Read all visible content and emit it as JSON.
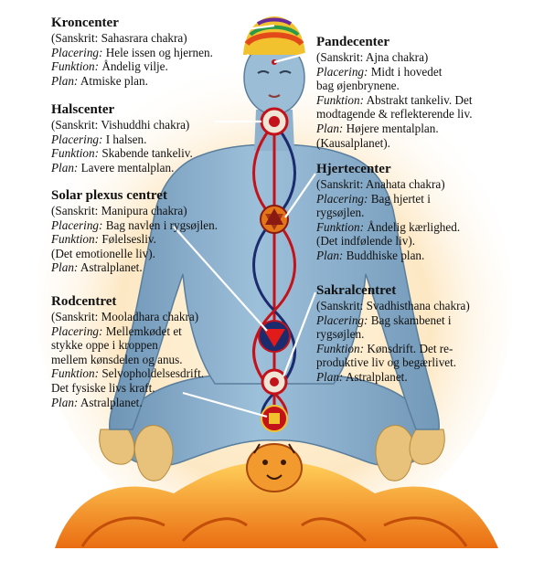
{
  "colors": {
    "background": "#ffffff",
    "body_skin": "#8fb3cf",
    "body_shadow": "#6d93b2",
    "fire": "#f08a1c",
    "fire_light": "#ffc24a",
    "channel_red": "#c4121b",
    "channel_blue": "#1a2b6e",
    "crown_gold": "#f2c12e",
    "leader_line": "#ffffff"
  },
  "icons": [
    "chakra-lotus-icon",
    "crown-lotus-icon",
    "tiger-head-icon"
  ],
  "centers": {
    "kron": {
      "title": "Kroncenter",
      "sanskrit": "(Sanskrit: Sahasrara chakra)",
      "placering_label": "Placering:",
      "placering": " Hele issen og hjernen.",
      "funktion_label": "Funktion:",
      "funktion": " Åndelig vilje.",
      "plan_label": "Plan:",
      "plan": " Atmiske plan."
    },
    "pande": {
      "title": "Pandecenter",
      "sanskrit": "(Sanskrit: Ajna chakra)",
      "placering_label": "Placering:",
      "placering": " Midt i hovedet",
      "placering2": "bag øjenbrynene.",
      "funktion_label": "Funktion:",
      "funktion": " Abstrakt tankeliv. Det",
      "funktion2": "modtagende & reflekterende liv.",
      "plan_label": "Plan:",
      "plan": " Højere mentalplan.",
      "plan2": "(Kausalplanet)."
    },
    "hals": {
      "title": "Halscenter",
      "sanskrit": "(Sanskrit: Vishuddhi chakra)",
      "placering_label": "Placering:",
      "placering": " I halsen.",
      "funktion_label": "Funktion:",
      "funktion": " Skabende tankeliv.",
      "plan_label": "Plan:",
      "plan": " Lavere mentalplan."
    },
    "hjerte": {
      "title": "Hjertecenter",
      "sanskrit": "(Sanskrit: Anahata chakra)",
      "placering_label": "Placering:",
      "placering": " Bag hjertet i",
      "placering2": "rygsøjlen.",
      "funktion_label": "Funktion:",
      "funktion": " Åndelig kærlighed.",
      "funktion2": "(Det indfølende liv).",
      "plan_label": "Plan:",
      "plan": " Buddhiske plan."
    },
    "solar": {
      "title": "Solar plexus centret",
      "sanskrit": "(Sanskrit: Manipura chakra)",
      "placering_label": "Placering:",
      "placering": " Bag navlen i rygsøjlen.",
      "funktion_label": "Funktion:",
      "funktion": " Følelsesliv.",
      "funktion2": "(Det emotionelle liv).",
      "plan_label": "Plan:",
      "plan": " Astralplanet."
    },
    "sakral": {
      "title": "Sakralcentret",
      "sanskrit": "(Sanskrit: Svadhisthana chakra)",
      "placering_label": "Placering:",
      "placering": " Bag skambenet i",
      "placering2": "rygsøjlen.",
      "funktion_label": "Funktion:",
      "funktion": " Kønsdrift. Det re-",
      "funktion2": "produktive liv og begærlivet.",
      "plan_label": "Plan:",
      "plan": " Astralplanet."
    },
    "rod": {
      "title": "Rodcentret",
      "sanskrit": "(Sanskrit: Mooladhara chakra)",
      "placering_label": "Placering:",
      "placering": " Mellemkødet et",
      "placering2": "stykke oppe i kroppen",
      "placering3": "mellem kønsdelen og anus.",
      "funktion_label": "Funktion:",
      "funktion": " Selvopholdelsesdrift.",
      "funktion2": "Det fysiske livs kraft.",
      "plan_label": "Plan:",
      "plan": " Astralplanet."
    }
  }
}
